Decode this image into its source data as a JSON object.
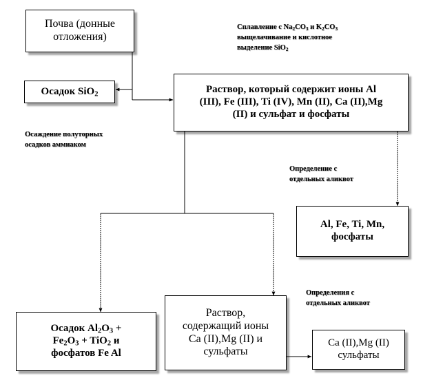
{
  "boxes": {
    "soil": [
      "Почва (донные",
      "отложения)"
    ],
    "sio2": {
      "pre": "Осадок SiO",
      "sub": "2"
    },
    "solution1": [
      "Раствор, который содержит ионы Al",
      "(III), Fe (III), Ti (IV), Mn (II), Ca (II),Mg",
      "(II) и сульфат и фосфаты"
    ],
    "alfeti": [
      "Al, Fe, Ti, Mn,",
      "фосфаты"
    ],
    "oxides": {
      "l1a": "Осадок Al",
      "l1s1": "2",
      "l1b": "O",
      "l1s2": "3",
      "l1c": " +",
      "l2a": "Fe",
      "l2s1": "2",
      "l2b": "O",
      "l2s2": "3",
      "l2c": " + TiO",
      "l2s3": "2",
      "l2d": " и",
      "l3": "фосфатов Fe  Al"
    },
    "solution2": [
      "Раствор,",
      "содержащий ионы",
      "Ca (II),Mg (II) и",
      "сульфаты"
    ],
    "camg": [
      "Ca (II),Mg  (II)",
      "сульфаты"
    ]
  },
  "notes": {
    "fusion": {
      "a": "Сплавление с Na",
      "s1": "2",
      "b": "CO",
      "s2": "3",
      "c": " и K",
      "s3": "2",
      "d": "CO",
      "s4": "3",
      "l2": "выщелачивание и кислотное",
      "l3a": "выделение SiO",
      "l3s": "2"
    },
    "precipitation": [
      "Осаждение полуторных",
      "осадков  аммиаком"
    ],
    "aliquot1": [
      "Определение с",
      "отдельных аликвот"
    ],
    "aliquot2": [
      "Определения с",
      "отдельных аликвот"
    ]
  }
}
